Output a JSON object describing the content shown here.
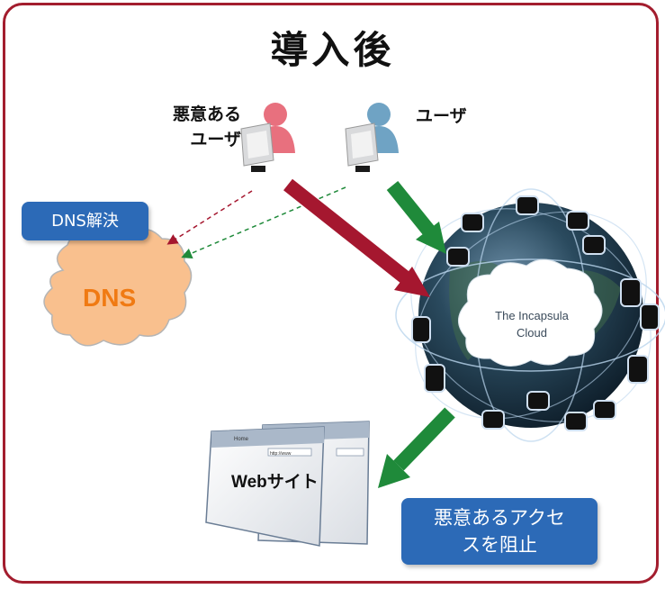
{
  "title": "導入後",
  "labels": {
    "malicious_user_line1": "悪意ある",
    "malicious_user_line2": "ユーザ",
    "user": "ユーザ"
  },
  "boxes": {
    "dns_resolution": "DNS解決",
    "block_line1": "悪意あるアクセ",
    "block_line2": "スを阻止"
  },
  "dns_cloud_label": "DNS",
  "incapsula": {
    "line1": "The Incapsula",
    "line2": "Cloud"
  },
  "website": {
    "label": "Webサイト",
    "tab_text": "Home",
    "address_text": "http://www"
  },
  "colors": {
    "frame": "#a31d2e",
    "malicious_arrow": "#a5172f",
    "user_arrow": "#1f8a3a",
    "box_fill": "#2c6ab7",
    "dns_cloud": "#f9c08e",
    "dns_text": "#f07a13"
  }
}
